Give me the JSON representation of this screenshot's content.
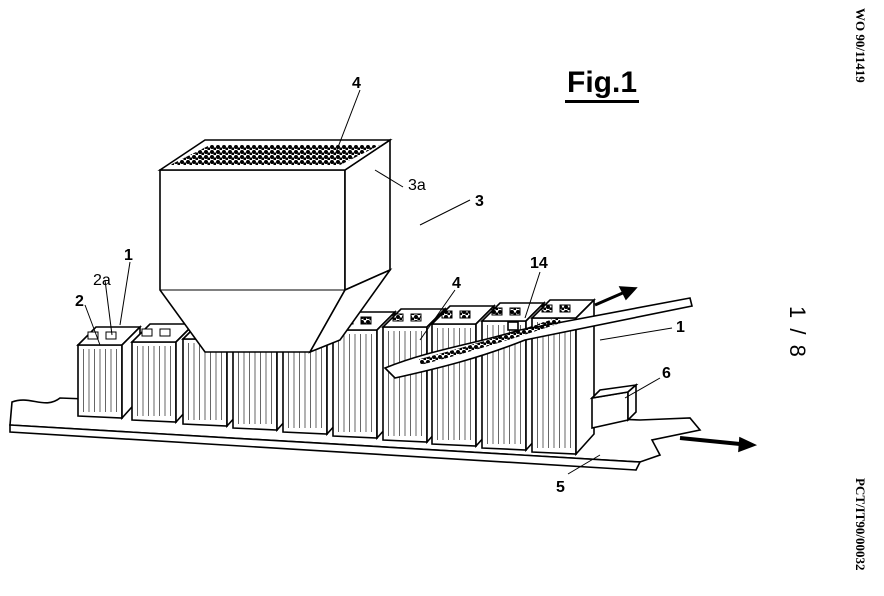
{
  "header": {
    "publication_number": "WO 90/11419",
    "sheet": "1 / 8",
    "application_number": "PCT/IT90/00032"
  },
  "figure": {
    "title": "Fig.1",
    "labels": {
      "hopper_material": "4",
      "hopper_wall": "3a",
      "hopper": "3",
      "conveyor": "14",
      "brick_right": "1",
      "brick_left": "1",
      "hole_2a": "2a",
      "hole_2": "2",
      "filled_material": "4",
      "device": "6",
      "base": "5"
    }
  }
}
